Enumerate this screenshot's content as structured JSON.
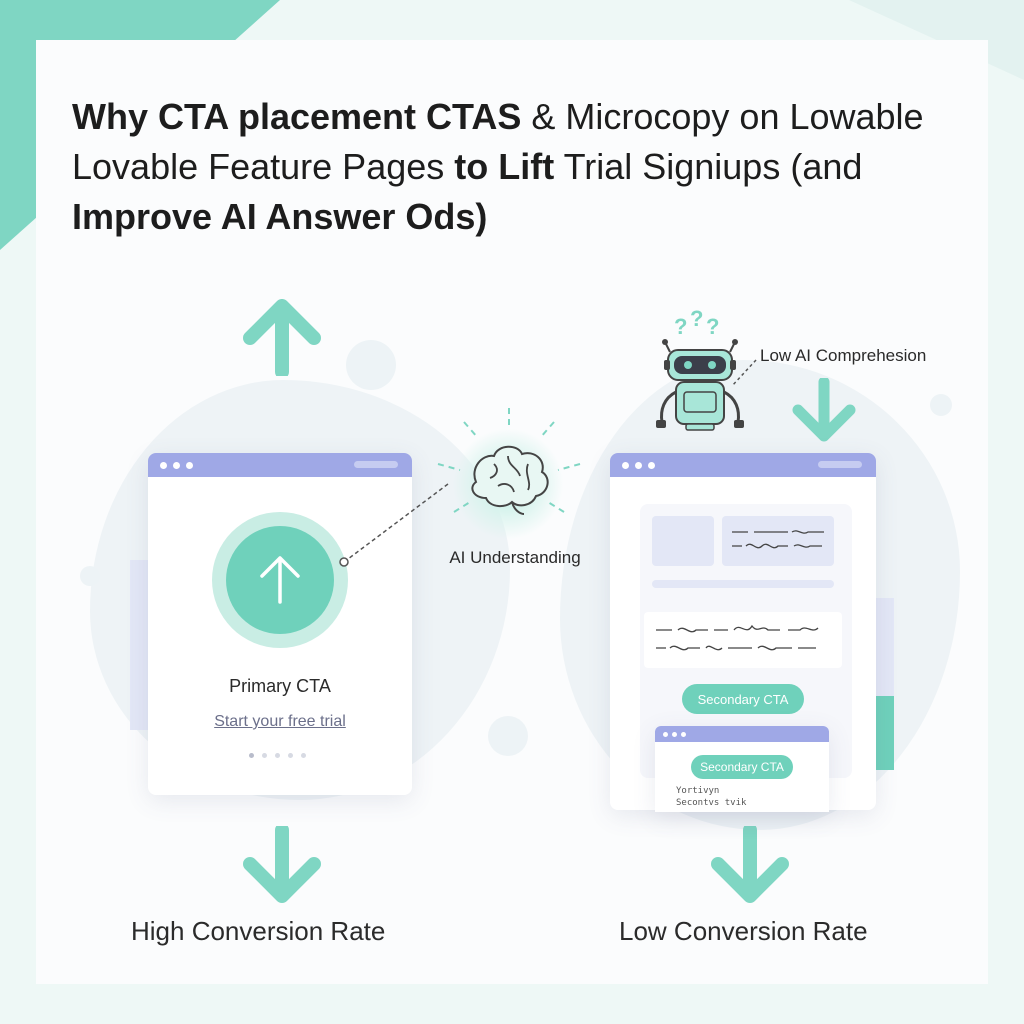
{
  "title": {
    "line1_bold": "Why CTA placement CTAS",
    "line1_rest": " & Microcopy on Lowable",
    "line2_rest": "Lovable Feature Pages ",
    "line2_bold": "to Lift",
    "line2_tail": " Trial Signiups (and",
    "line3_bold": "Improve AI Answer Ods)"
  },
  "left_card": {
    "primary_cta_label": "Primary CTA",
    "trial_link_text": "Start your free trial"
  },
  "center": {
    "ai_understanding_label": "AI Understanding"
  },
  "right_card": {
    "low_ai_label": "Low AI Comprehesion",
    "secondary_cta_1": "Secondary CTA",
    "secondary_cta_2": "Secondary CTA",
    "tiny_text_1": "Yortivyn",
    "tiny_text_2": "Secontvs tvik"
  },
  "bottom": {
    "left_label": "High Conversion Rate",
    "right_label": "Low Conversion Rate"
  },
  "colors": {
    "accent_teal": "#6fd1bb",
    "browser_bar": "#9fa8e6",
    "background": "#eef8f6"
  },
  "icons": [
    "arrow-up-icon",
    "arrow-down-icon",
    "brain-icon",
    "robot-icon"
  ]
}
